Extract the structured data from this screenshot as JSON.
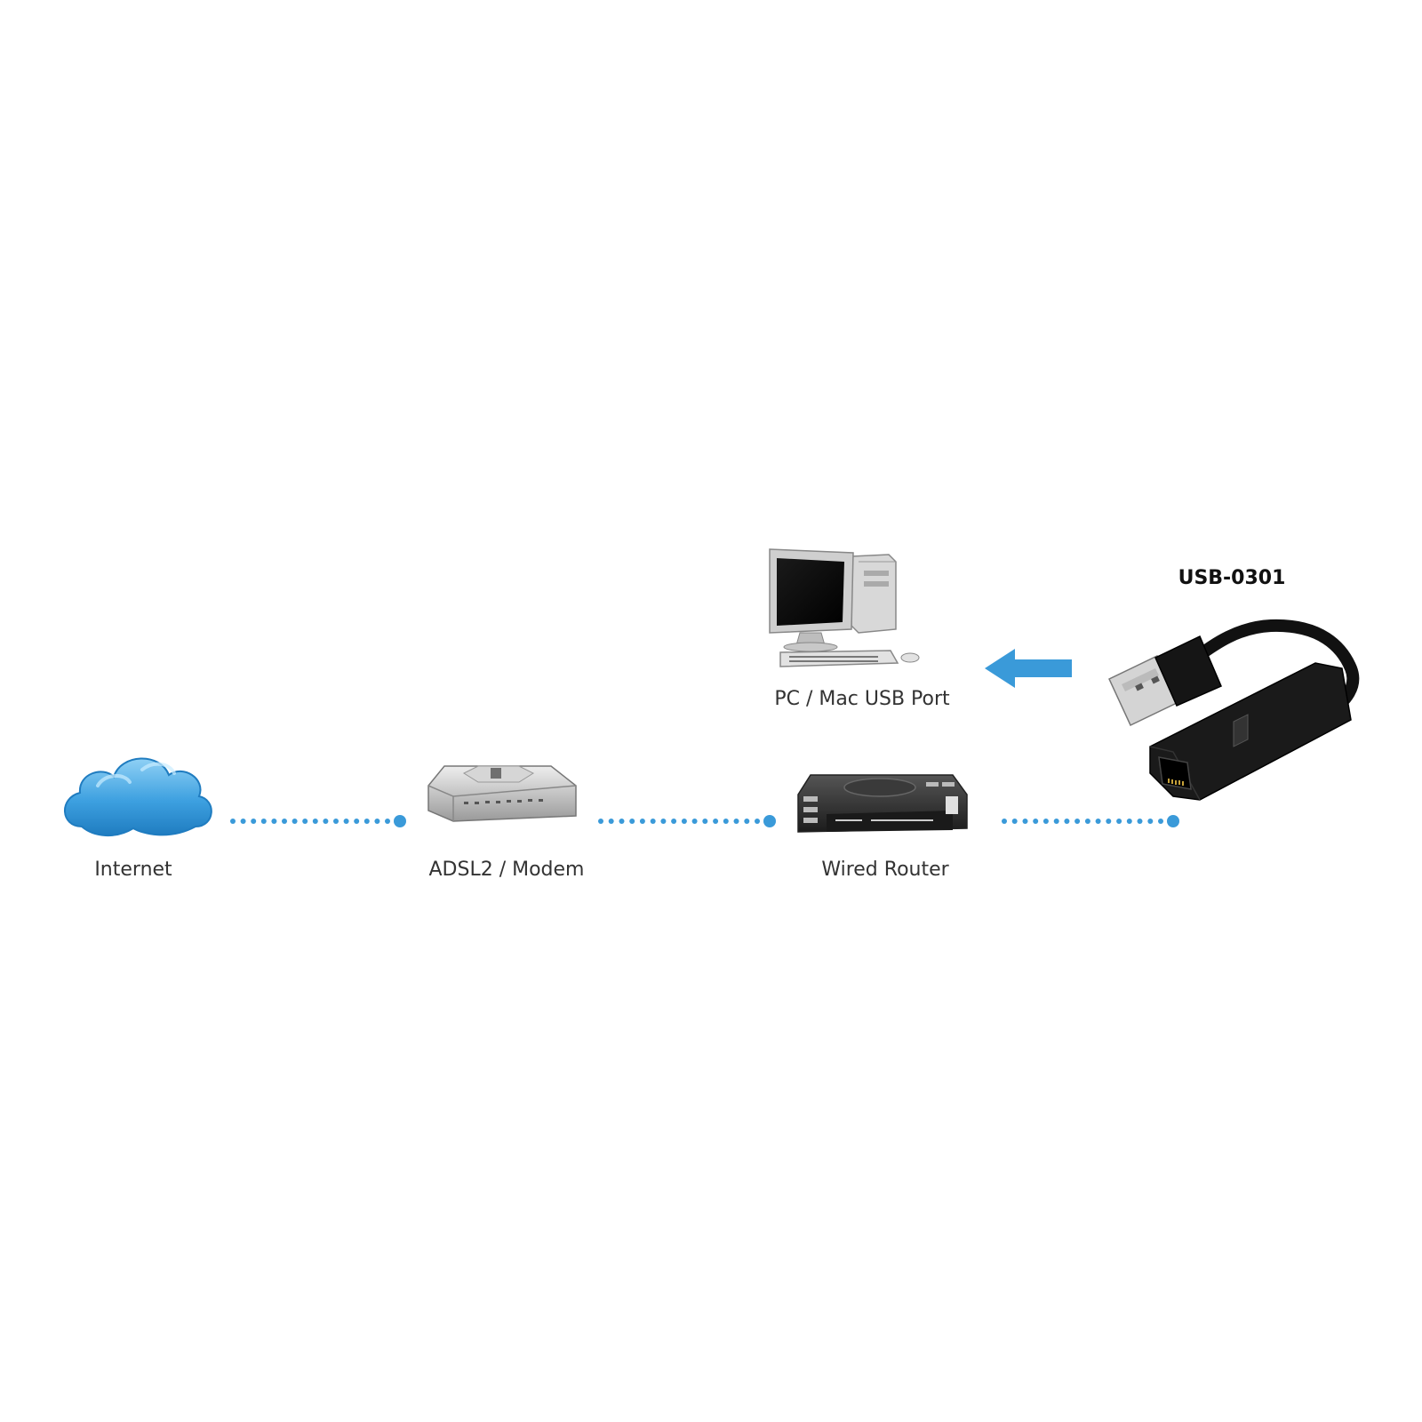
{
  "diagram": {
    "nodes": {
      "internet": {
        "label": "Internet",
        "icon": "cloud-icon"
      },
      "modem": {
        "label": "ADSL2 / Modem",
        "icon": "modem-icon"
      },
      "router": {
        "label": "Wired Router",
        "icon": "router-icon"
      },
      "pc": {
        "label": "PC / Mac USB Port",
        "icon": "desktop-computer-icon"
      },
      "adapter": {
        "label": "USB-0301",
        "icon": "usb-ethernet-adapter-icon"
      }
    },
    "edges": [
      {
        "from": "internet",
        "to": "modem",
        "style": "dotted"
      },
      {
        "from": "modem",
        "to": "router",
        "style": "dotted"
      },
      {
        "from": "router",
        "to": "adapter",
        "style": "dotted"
      },
      {
        "from": "adapter",
        "to": "pc",
        "style": "arrow"
      }
    ],
    "colors": {
      "connector": "#3a9ad9",
      "cloud": "#3da0e0",
      "arrow": "#3a9ad9"
    }
  }
}
